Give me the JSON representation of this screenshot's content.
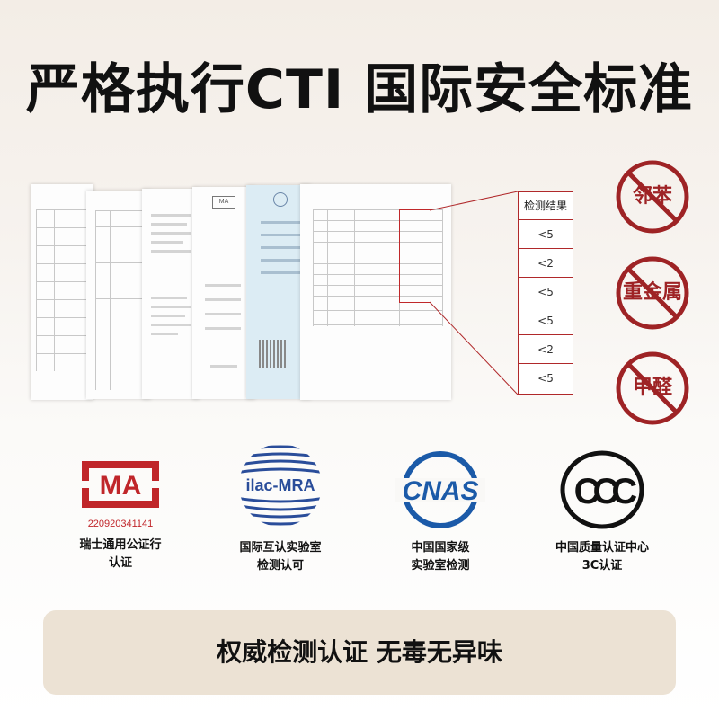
{
  "title": "严格执行CTI 国际安全标准",
  "results_table": {
    "header": "检测结果",
    "values": [
      "<5",
      "<2",
      "<5",
      "<5",
      "<2",
      "<5"
    ]
  },
  "prohibited": [
    {
      "label": "邻苯",
      "icon": "no-sign-icon"
    },
    {
      "label": "重金属",
      "icon": "no-sign-icon"
    },
    {
      "label": "甲醛",
      "icon": "no-sign-icon"
    }
  ],
  "certifications": [
    {
      "logo": "cma-logo",
      "number": "220920341141",
      "caption": "瑞士通用公证行\n认证"
    },
    {
      "logo": "ilac-mra-logo",
      "caption": "国际互认实验室\n检测认可"
    },
    {
      "logo": "cnas-logo",
      "caption": "中国国家级\n实验室检测"
    },
    {
      "logo": "ccc-logo",
      "caption": "中国质量认证中心\n3C认证"
    }
  ],
  "banner": "权威检测认证 无毒无异味",
  "colors": {
    "accent_red": "#9e2325",
    "table_red": "#b0282a",
    "cnas_blue": "#1b5aa8",
    "ilac_blue": "#2a4d9a",
    "banner_bg": "#ece2d4"
  }
}
